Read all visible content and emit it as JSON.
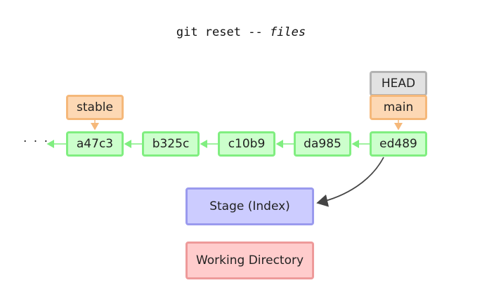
{
  "title": {
    "command": "git reset --",
    "argument": "files"
  },
  "history": {
    "ellipsis": "· · ·",
    "commits": [
      "a47c3",
      "b325c",
      "c10b9",
      "da985",
      "ed489"
    ]
  },
  "refs": {
    "head": "HEAD",
    "main": "main",
    "stable": "stable"
  },
  "areas": {
    "stage": "Stage (Index)",
    "working_directory": "Working Directory"
  },
  "colors": {
    "commit_fill": "#ccffcc",
    "commit_border": "#80ee80",
    "branch_fill": "#fdd8b4",
    "branch_border": "#f5b87a",
    "head_fill": "#e2e2e2",
    "head_border": "#b3b3b3",
    "stage_fill": "#ccccff",
    "stage_border": "#9a9aee",
    "workdir_fill": "#ffcccc",
    "workdir_border": "#ee9a9a",
    "arrow_dark": "#444444"
  }
}
